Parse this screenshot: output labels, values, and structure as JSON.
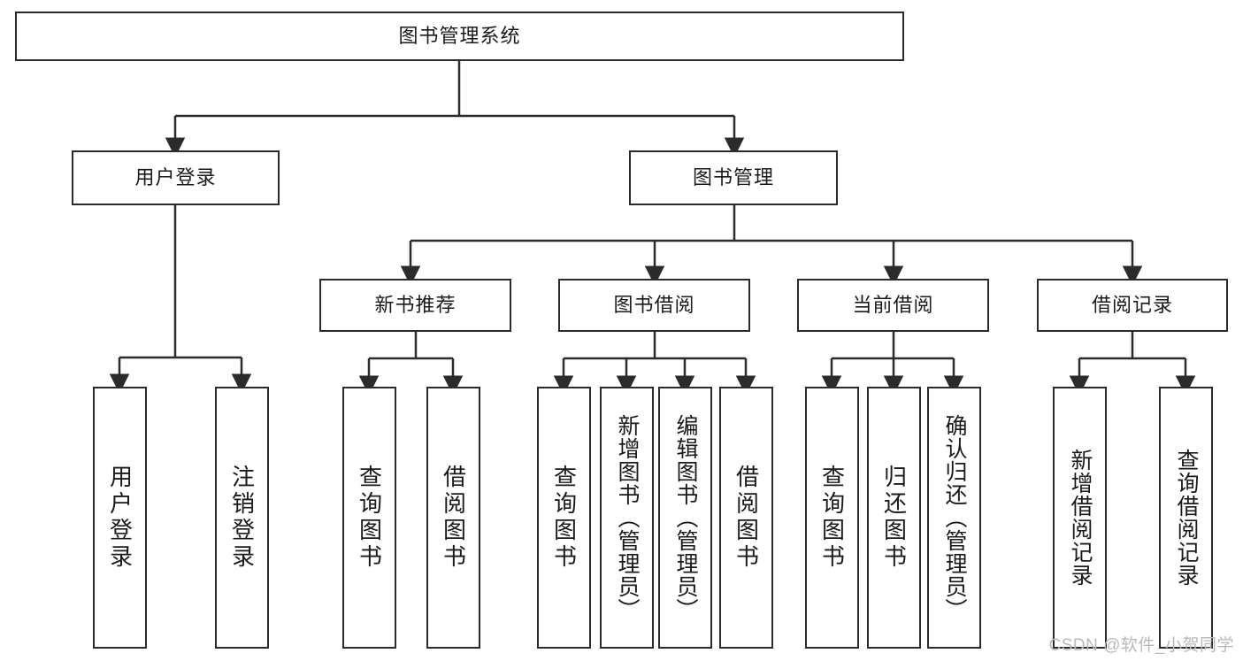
{
  "diagram": {
    "type": "tree",
    "title": "图书管理系统",
    "root": {
      "label": "图书管理系统"
    },
    "level2": [
      {
        "label": "用户登录"
      },
      {
        "label": "图书管理"
      }
    ],
    "level3": [
      {
        "label": "新书推荐"
      },
      {
        "label": "图书借阅"
      },
      {
        "label": "当前借阅"
      },
      {
        "label": "借阅记录"
      }
    ],
    "leaves": {
      "user_login": [
        {
          "label": "用户登录"
        },
        {
          "label": "注销登录"
        }
      ],
      "new_book_recommend": [
        {
          "label": "查询图书"
        },
        {
          "label": "借阅图书"
        }
      ],
      "book_borrow": [
        {
          "label": "查询图书"
        },
        {
          "label": "新增图书（管理员）"
        },
        {
          "label": "编辑图书（管理员）"
        },
        {
          "label": "借阅图书"
        }
      ],
      "current_borrow": [
        {
          "label": "查询图书"
        },
        {
          "label": "归还图书"
        },
        {
          "label": "确认归还（管理员）"
        }
      ],
      "borrow_record": [
        {
          "label": "新增借阅记录"
        },
        {
          "label": "查询借阅记录"
        }
      ]
    }
  },
  "watermark": {
    "text": "CSDN @软件_小贺同学"
  },
  "colors": {
    "stroke": "#2b2b2b",
    "background": "#ffffff",
    "watermark": "#b9b9b9"
  }
}
